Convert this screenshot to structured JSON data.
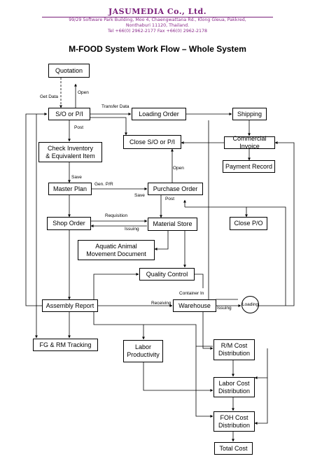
{
  "header": {
    "company": "JASUMEDIA Co., Ltd.",
    "address_line1": "99/29 Software Park Building, Moo 4, Chaengwattana Rd., Klong Gleua, Pakkred,",
    "address_line2": "Nonthaburi 11120, Thailand.",
    "address_line3": "Tel +66(0) 2962-2177 Fax +66(0) 2962-2178"
  },
  "title": "M-FOOD System Work Flow – Whole System",
  "nodes": {
    "quotation": "Quotation",
    "so_pi": "S/O or P/I",
    "loading_order": "Loading Order",
    "shipping": "Shipping",
    "close_so_pi": "Close S/O or P/I",
    "commercial_invoice": "Commercial Invoice",
    "check_inventory_1": "Check Inventory",
    "check_inventory_2": "& Equivalent Item",
    "payment_record": "Payment Record",
    "master_plan": "Master Plan",
    "purchase_order": "Purchase Order",
    "shop_order": "Shop Order",
    "material_store": "Material Store",
    "close_po": "Close P/O",
    "aquatic_1": "Aquatic Animal",
    "aquatic_2": "Movement Document",
    "quality_control": "Quality Control",
    "assembly_report": "Assembly Report",
    "warehouse": "Warehouse",
    "loading": "Loading",
    "fg_rm": "FG & RM Tracking",
    "labor_prod_1": "Labor",
    "labor_prod_2": "Productivity",
    "rm_cost_1": "R/M Cost",
    "rm_cost_2": "Distribution",
    "labor_cost_1": "Labor Cost",
    "labor_cost_2": "Distribution",
    "foh_cost_1": "FOH Cost",
    "foh_cost_2": "Distribution",
    "total_cost": "Total Cost"
  },
  "labels": {
    "get_data": "Get Data",
    "open1": "Open",
    "transfer_data": "Transfer Data",
    "post1": "Post",
    "open2": "Open",
    "save1": "Save",
    "gen_pr": "Gen. P/R",
    "save2": "Save",
    "post2": "Post",
    "requisition": "Requisition",
    "issuing1": "Issuing",
    "container_in": "Container In",
    "receiving": "Receiving",
    "issuing2": "Issuing"
  }
}
